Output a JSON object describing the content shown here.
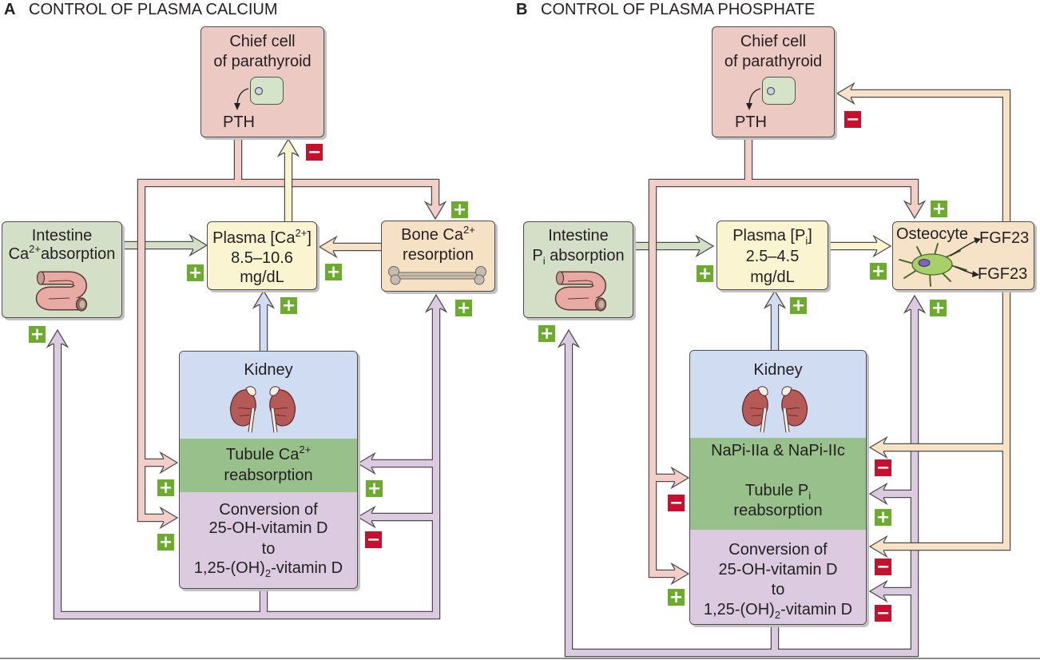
{
  "panel_a": {
    "letter": "A",
    "title": "CONTROL OF PLASMA CALCIUM",
    "chief_cell": {
      "line1": "Chief cell",
      "line2": "of parathyroid",
      "hormone": "PTH"
    },
    "intestine": {
      "line1": "Intestine",
      "ion": "Ca",
      "ion_charge": "2+",
      "process": "absorption"
    },
    "plasma": {
      "prefix": "Plasma [Ca",
      "ion_charge": "2+",
      "suffix": "]",
      "normal_range": "8.5–10.6",
      "unit": "mg/dL"
    },
    "bone": {
      "prefix": "Bone Ca",
      "ion_charge": "2+",
      "process": "resorption"
    },
    "kidney": {
      "title": "Kidney",
      "tubule": {
        "prefix": "Tubule Ca",
        "ion_charge": "2+",
        "line2": "reabsorption"
      },
      "conversion": {
        "line1": "Conversion of",
        "line2": "25-OH-vitamin D",
        "line3": "to",
        "product_prefix": "1,25-(OH)",
        "product_subscript": "2",
        "product_suffix": "-vitamin D"
      }
    },
    "effects": {
      "plasma_on_pth": "−",
      "pth_on_bone": "+",
      "intestine_on_plasma": "+",
      "bone_on_plasma": "+",
      "kidney_on_plasma": "+",
      "vitamin_d_on_bone": "+",
      "vitamin_d_on_intestine": "+",
      "pth_on_tubule": "+",
      "pth_on_conversion": "+",
      "vitamin_d_on_tubule": "+",
      "vitamin_d_on_conversion": "−"
    }
  },
  "panel_b": {
    "letter": "B",
    "title": "CONTROL OF PLASMA PHOSPHATE",
    "chief_cell": {
      "line1": "Chief cell",
      "line2": "of parathyroid",
      "hormone": "PTH"
    },
    "intestine": {
      "line1": "Intestine",
      "ion": "P",
      "ion_subscript": "i",
      "process": " absorption"
    },
    "plasma": {
      "prefix": "Plasma [P",
      "ion_subscript": "i",
      "suffix": "]",
      "normal_range": "2.5–4.5",
      "unit": "mg/dL"
    },
    "osteocyte": {
      "label": "Osteocyte",
      "secreted_1": "FGF23",
      "secreted_2": "FGF23"
    },
    "kidney": {
      "title": "Kidney",
      "transporters": "NaPi-IIa & NaPi-IIc",
      "tubule": {
        "prefix": "Tubule P",
        "ion_subscript": "i",
        "line2": "reabsorption"
      },
      "conversion": {
        "line1": "Conversion of",
        "line2": "25-OH-vitamin D",
        "line3": "to",
        "product_prefix": "1,25-(OH)",
        "product_subscript": "2",
        "product_suffix": "-vitamin D"
      }
    },
    "effects": {
      "fgf23_on_pth": "−",
      "pth_on_osteocyte": "+",
      "intestine_on_plasma": "+",
      "plasma_on_osteocyte": "+",
      "kidney_on_plasma": "+",
      "vitamin_d_on_osteocyte": "+",
      "vitamin_d_on_intestine": "+",
      "pth_on_tubule": "−",
      "pth_on_conversion": "+",
      "fgf23_on_tubule": "−",
      "vitamin_d_on_tubule": "+",
      "fgf23_on_conversion": "−",
      "vitamin_d_on_conversion": "−"
    }
  },
  "colors": {
    "stimulatory": "#6dab2f",
    "inhibitory": "#c5102e"
  }
}
